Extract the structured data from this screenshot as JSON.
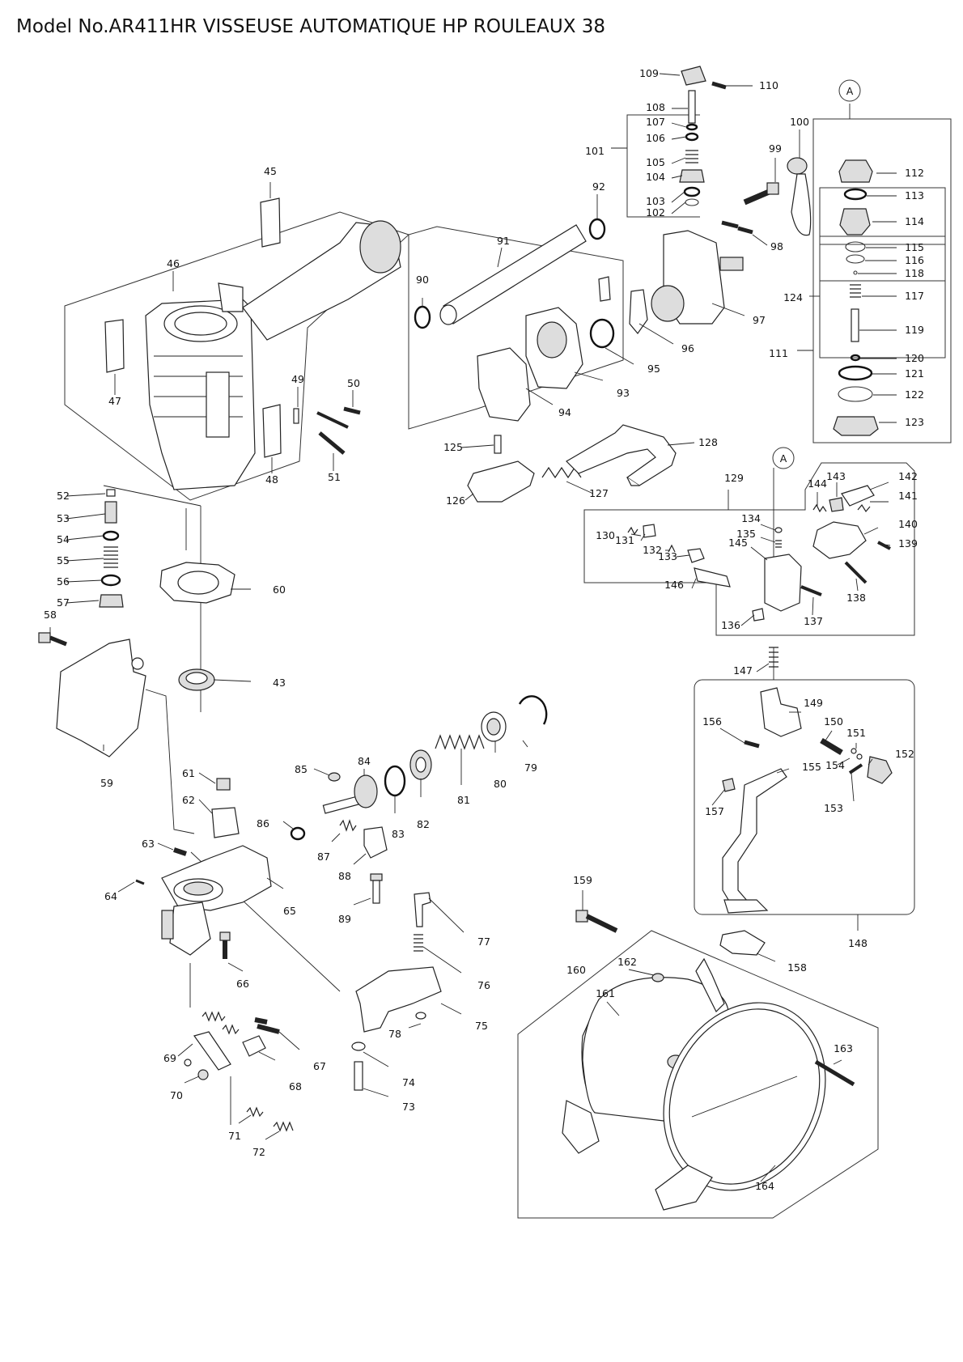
{
  "title": "Model No.AR411HR VISSEUSE AUTOMATIQUE HP ROULEAUX 38",
  "callouts": {
    "A1": "A",
    "A2": "A"
  },
  "parts": [
    "43",
    "45",
    "46",
    "47",
    "48",
    "49",
    "50",
    "51",
    "52",
    "53",
    "54",
    "55",
    "56",
    "57",
    "58",
    "59",
    "60",
    "61",
    "62",
    "63",
    "64",
    "65",
    "66",
    "67",
    "68",
    "69",
    "70",
    "71",
    "72",
    "73",
    "74",
    "75",
    "76",
    "77",
    "78",
    "79",
    "80",
    "81",
    "82",
    "83",
    "84",
    "85",
    "86",
    "87",
    "88",
    "89",
    "90",
    "91",
    "92",
    "93",
    "94",
    "95",
    "96",
    "97",
    "98",
    "99",
    "100",
    "101",
    "102",
    "103",
    "104",
    "105",
    "106",
    "107",
    "108",
    "109",
    "110",
    "111",
    "112",
    "113",
    "114",
    "115",
    "116",
    "117",
    "118",
    "119",
    "120",
    "121",
    "122",
    "123",
    "124",
    "125",
    "126",
    "127",
    "128",
    "129",
    "130",
    "131",
    "132",
    "133",
    "134",
    "135",
    "136",
    "137",
    "138",
    "139",
    "140",
    "141",
    "142",
    "143",
    "144",
    "145",
    "146",
    "147",
    "148",
    "149",
    "150",
    "151",
    "152",
    "153",
    "154",
    "155",
    "156",
    "157",
    "158",
    "159",
    "160",
    "161",
    "162",
    "163",
    "164"
  ]
}
